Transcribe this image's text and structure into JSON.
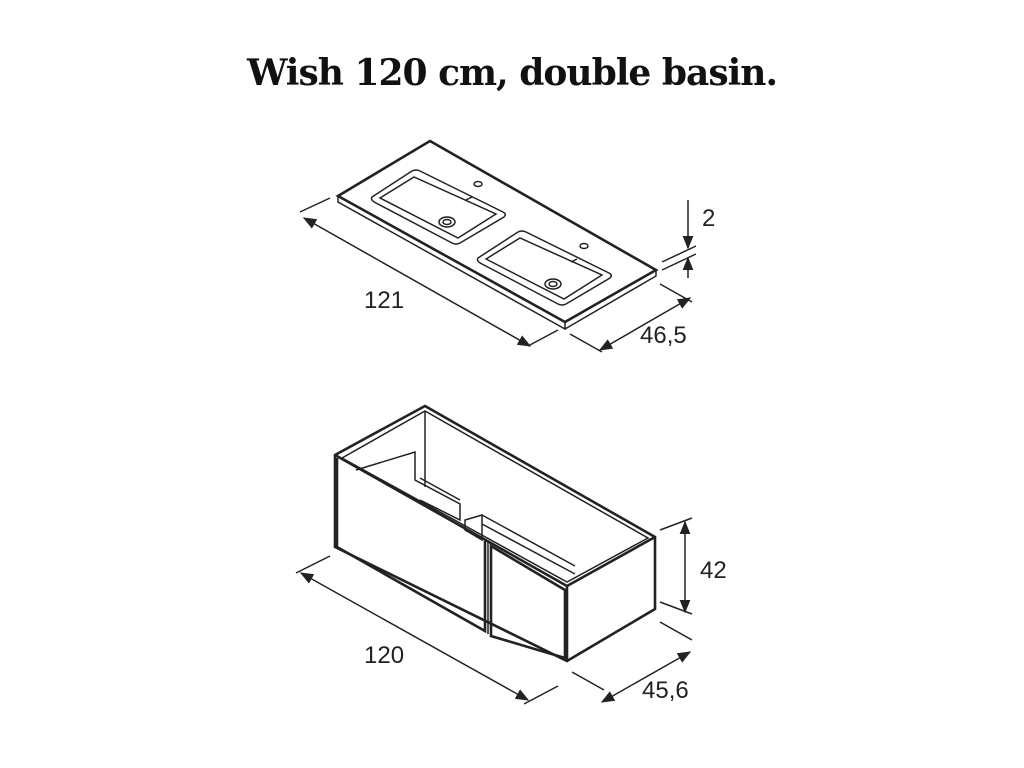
{
  "title": "Wish 120 cm, double basin.",
  "basin": {
    "width_label": "121",
    "depth_label": "46,5",
    "thickness_label": "2"
  },
  "cabinet": {
    "width_label": "120",
    "depth_label": "45,6",
    "height_label": "42"
  }
}
